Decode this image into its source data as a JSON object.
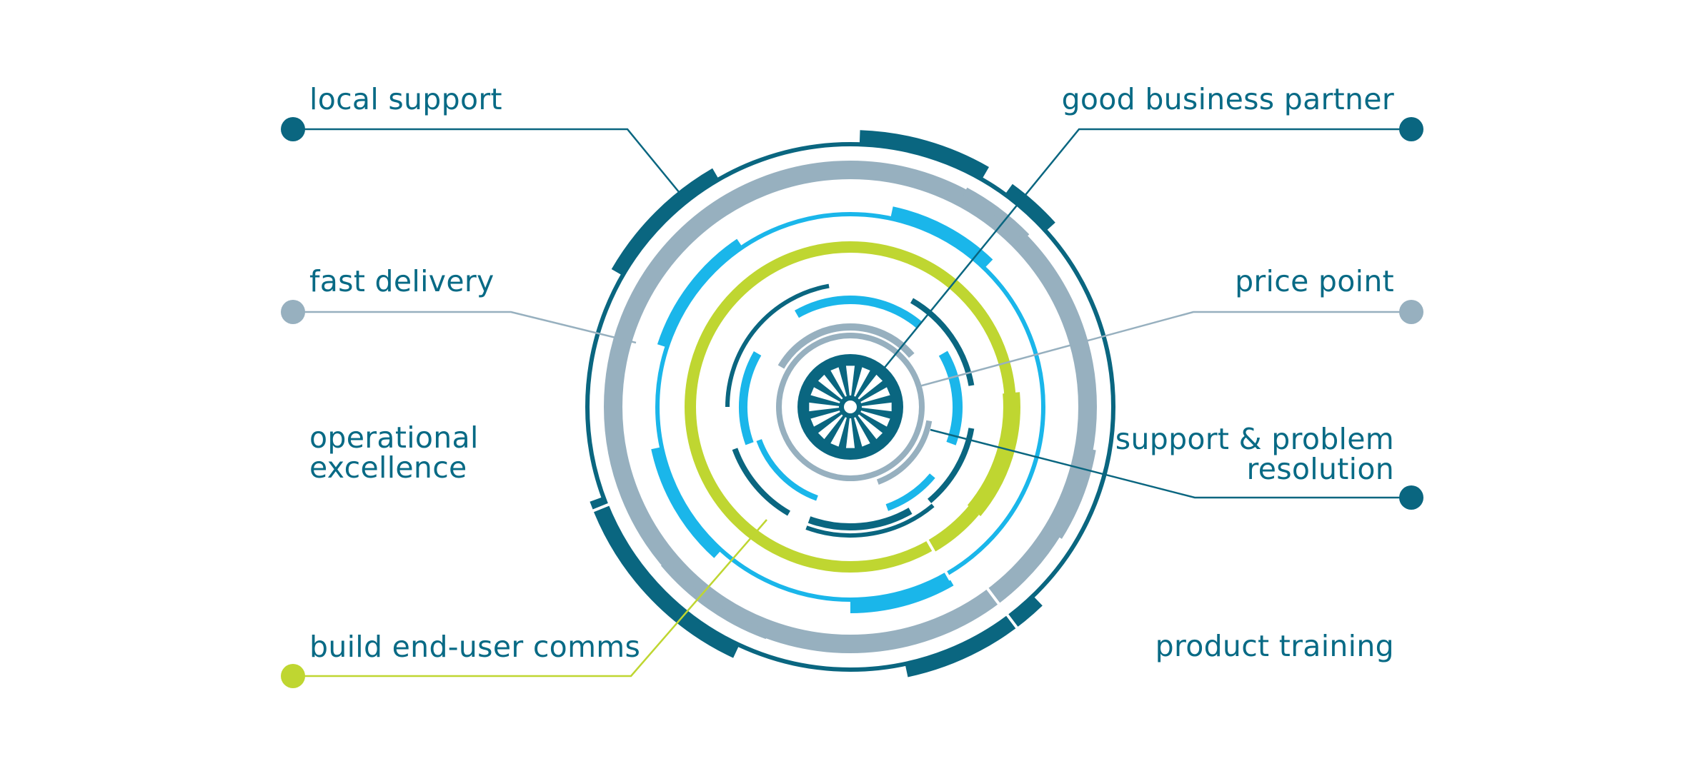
{
  "colors": {
    "dark_teal": "#0a6680",
    "grey_blue": "#97b0bf",
    "sky_blue": "#1ab6ea",
    "lime": "#bfd631",
    "label_text": "#086a85"
  },
  "labels": {
    "local_support": "local support",
    "fast_delivery": "fast delivery",
    "operational_excellence": "operational\nexcellence",
    "build_end_user_comms": "build end-user comms",
    "good_business_partner": "good business partner",
    "price_point": "price point",
    "support_problem_resolution": "support & problem\nresolution",
    "product_training": "product training"
  },
  "callouts": [
    {
      "name": "local-support",
      "color": "dark_teal"
    },
    {
      "name": "fast-delivery",
      "color": "grey_blue"
    },
    {
      "name": "build-end-user-comms",
      "color": "lime"
    },
    {
      "name": "good-business-partner",
      "color": "dark_teal"
    },
    {
      "name": "price-point",
      "color": "grey_blue"
    },
    {
      "name": "support-problem-resolution",
      "color": "dark_teal"
    }
  ]
}
